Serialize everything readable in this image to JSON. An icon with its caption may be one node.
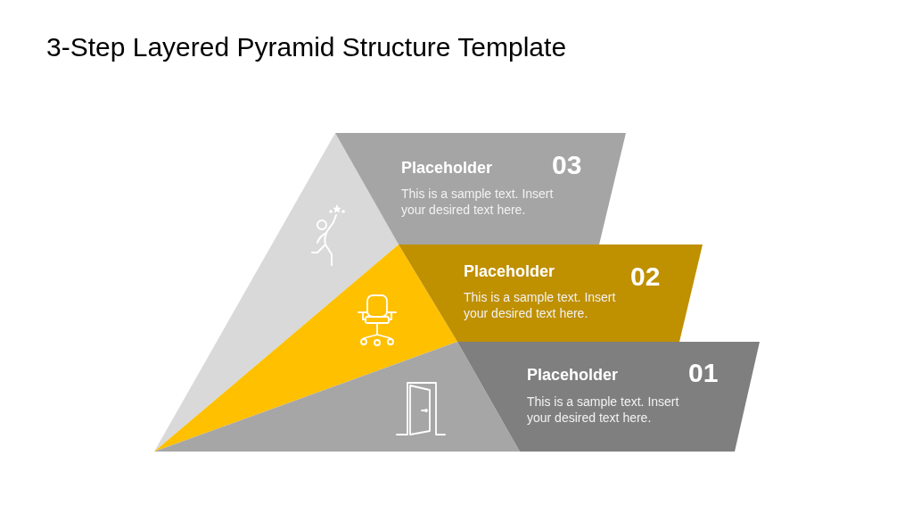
{
  "diagram": {
    "title": "3-Step Layered Pyramid Structure Template",
    "nodes": [
      {
        "text": [
          "Placeholder",
          "03",
          "This is a sample text. Insert your desired text here."
        ]
      },
      {
        "text": [
          "Placeholder",
          "02",
          "This is a sample text. Insert your desired text here."
        ]
      },
      {
        "text": [
          "Placeholder",
          "01",
          "This is a sample text. Insert your desired text here."
        ]
      }
    ]
  }
}
